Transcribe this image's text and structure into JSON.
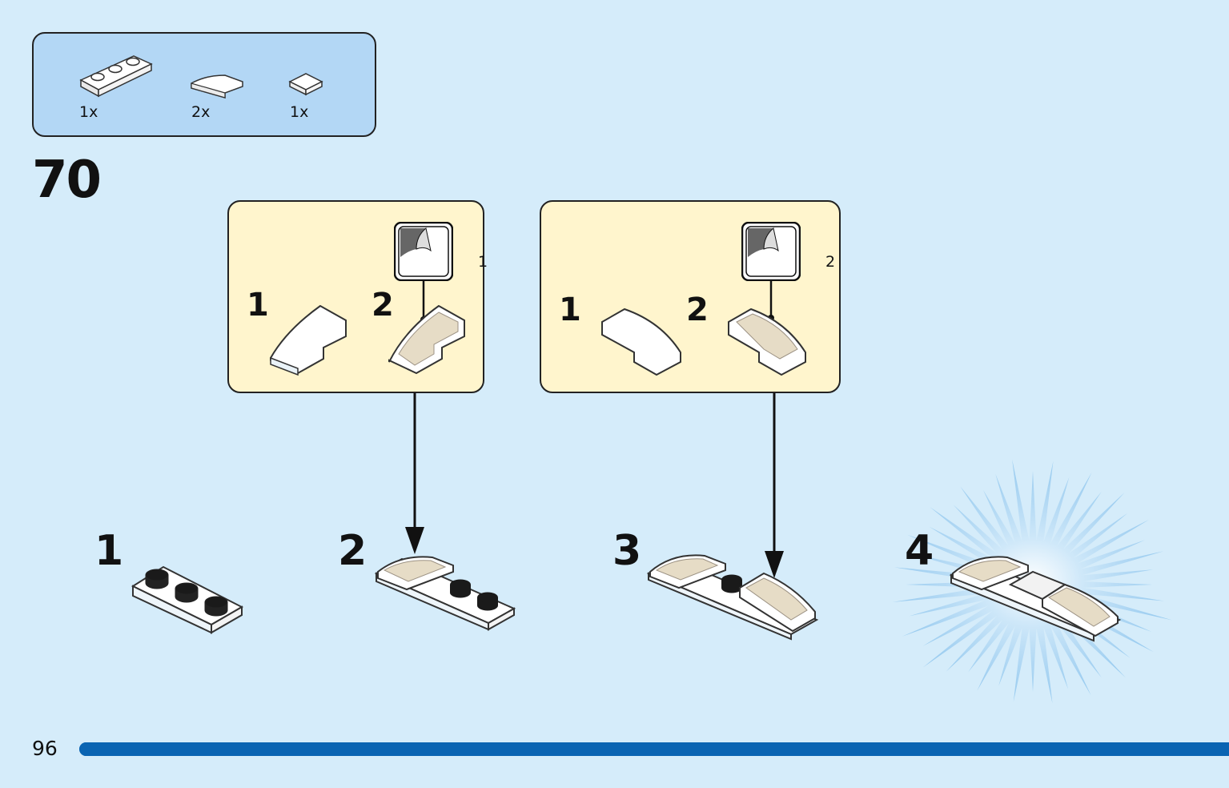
{
  "parts_list": {
    "items": [
      {
        "icon": "plate-1x3-icon",
        "qty": "1x"
      },
      {
        "icon": "curved-slope-icon",
        "qty": "2x"
      },
      {
        "icon": "tile-1x1-icon",
        "qty": "1x"
      }
    ]
  },
  "step": {
    "number": "70"
  },
  "subassemblies": [
    {
      "sticker_number": "1",
      "step_labels": [
        "1",
        "2"
      ]
    },
    {
      "sticker_number": "2",
      "step_labels": [
        "1",
        "2"
      ]
    }
  ],
  "main_steps": {
    "labels": [
      "1",
      "2",
      "3",
      "4"
    ]
  },
  "footer": {
    "page_number": "96",
    "progress": 1.0
  },
  "colors": {
    "background": "#d5ecfa",
    "parts_box": "#b3d7f5",
    "subassembly_box": "#fff5cd",
    "progress_bar": "#0a64b2",
    "brick_white": "#ffffff",
    "sticker_tan": "#e6dcc6"
  }
}
